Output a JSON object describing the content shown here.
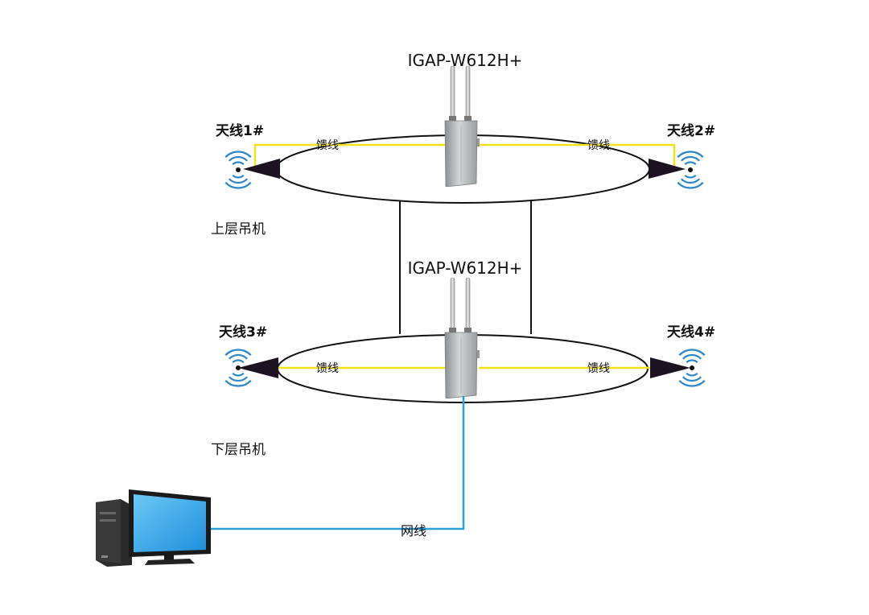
{
  "upper": {
    "model": "IGAP-W612H+",
    "antenna_left": "天线1#",
    "antenna_right": "天线2#",
    "feed_left": "馈线",
    "feed_right": "馈线",
    "layer": "上层吊机"
  },
  "lower": {
    "model": "IGAP-W612H+",
    "antenna_left": "天线3#",
    "antenna_right": "天线4#",
    "feed_left": "馈线",
    "feed_right": "馈线",
    "layer": "下层吊机"
  },
  "network_cable": "网线",
  "colors": {
    "feeder": "#f2e21a",
    "network": "#2a9fd8",
    "wifi": "#2f86c9",
    "outline": "#111111"
  }
}
